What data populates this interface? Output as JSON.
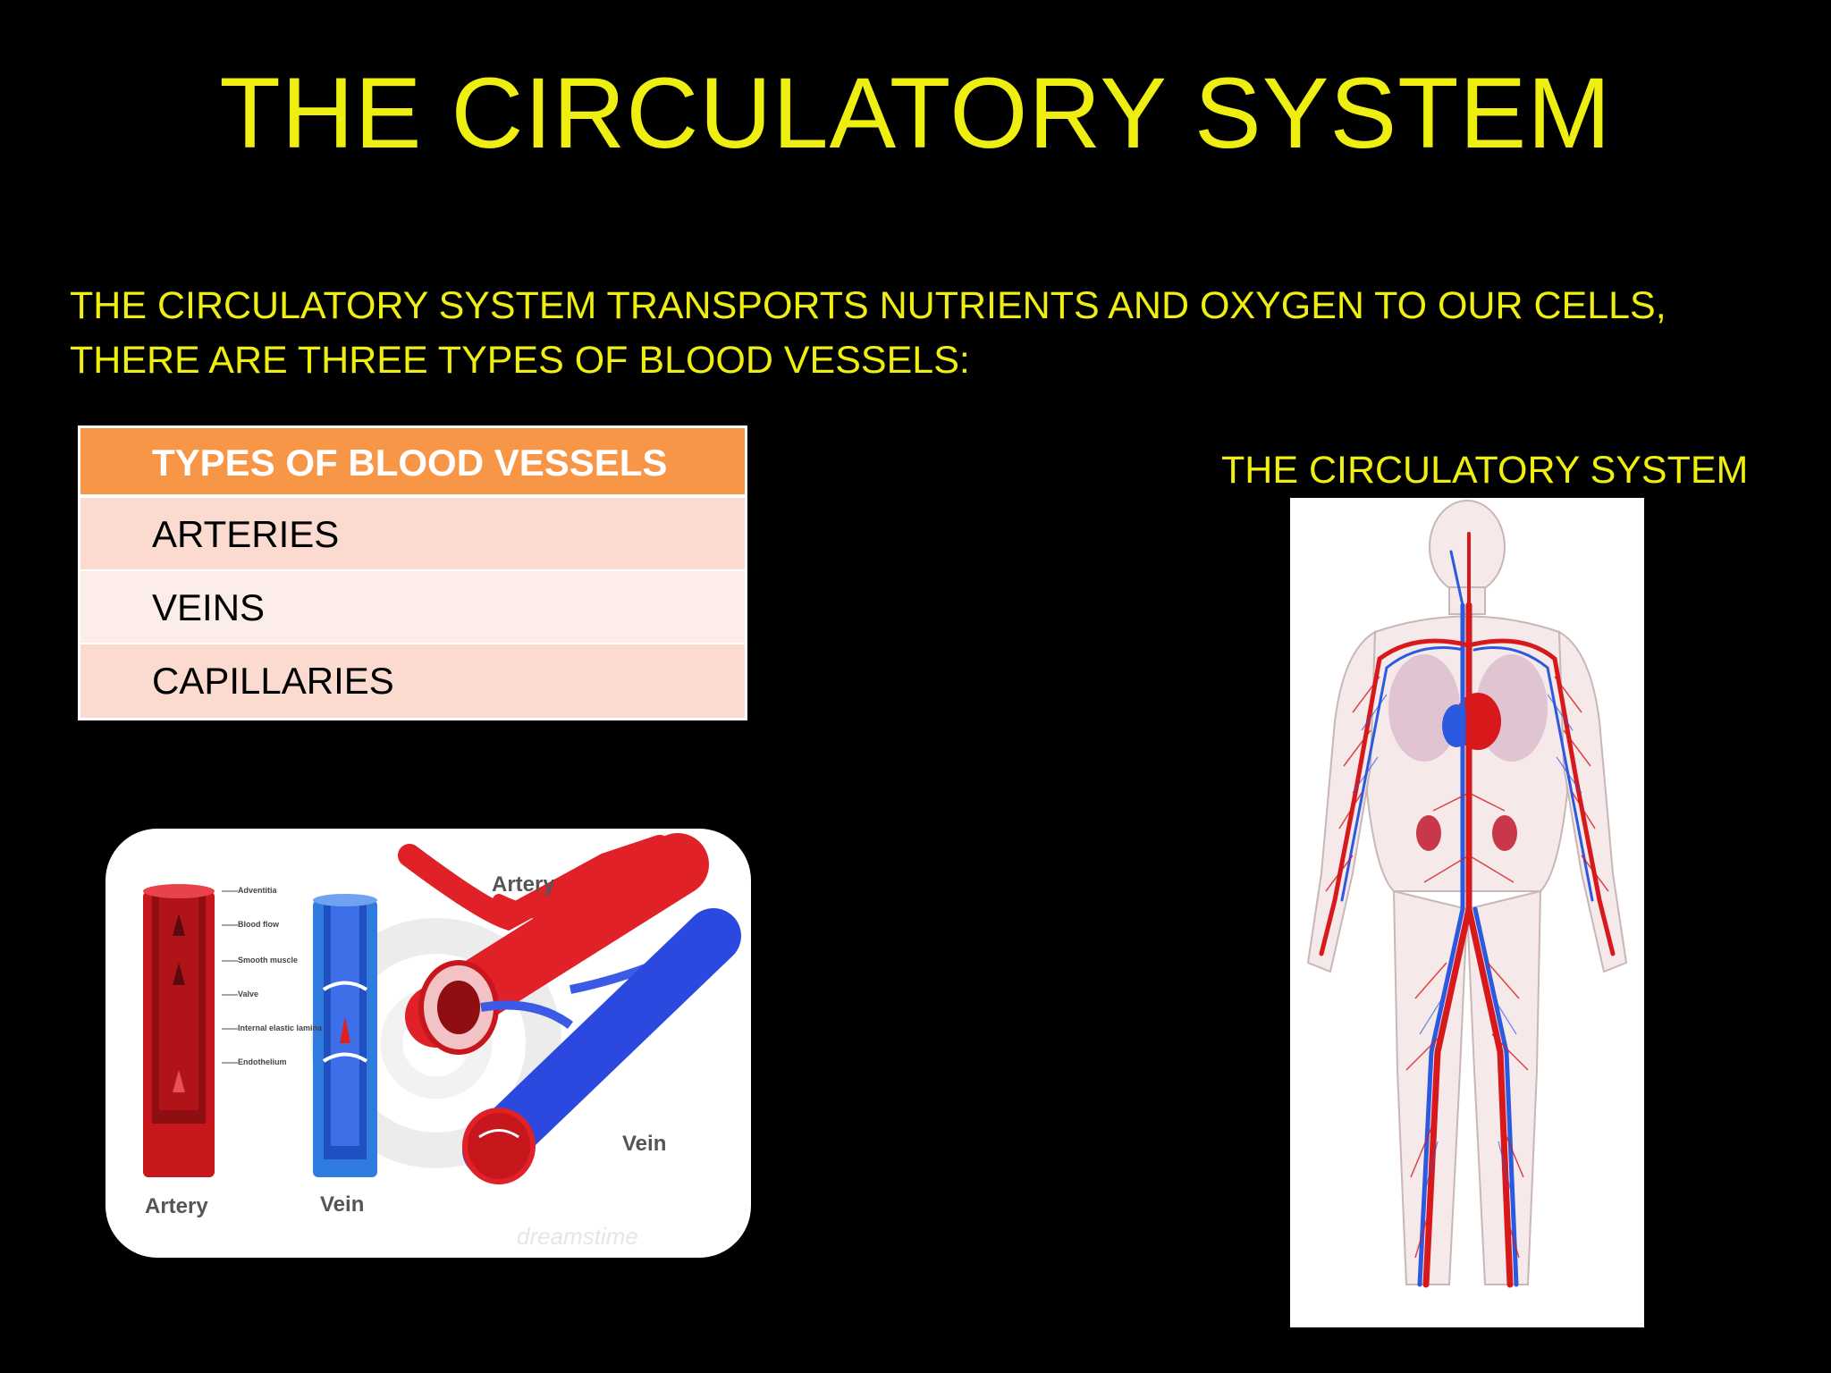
{
  "slide": {
    "title": "THE CIRCULATORY SYSTEM",
    "intro": "THE CIRCULATORY SYSTEM TRANSPORTS NUTRIENTS AND OXYGEN TO OUR CELLS, THERE ARE THREE TYPES OF BLOOD VESSELS:"
  },
  "table": {
    "header": "TYPES OF BLOOD VESSELS",
    "rows": [
      "ARTERIES",
      "VEINS",
      "CAPILLARIES"
    ]
  },
  "vessel_figure": {
    "artery_label_top": "Artery",
    "vein_label_right": "Vein",
    "artery_label_bottom": "Artery",
    "vein_label_bottom": "Vein",
    "layer_labels": [
      "Adventitia",
      "Blood flow",
      "Smooth muscle",
      "Valve",
      "Internal elastic lamina",
      "Endothelium"
    ],
    "watermark": "dreamstime"
  },
  "body_figure": {
    "caption": "THE CIRCULATORY SYSTEM"
  },
  "colors": {
    "background": "#000000",
    "title": "#EEEE11",
    "table_header": "#F79646",
    "artery_red": "#D7191C",
    "vein_blue": "#2B59E0"
  }
}
